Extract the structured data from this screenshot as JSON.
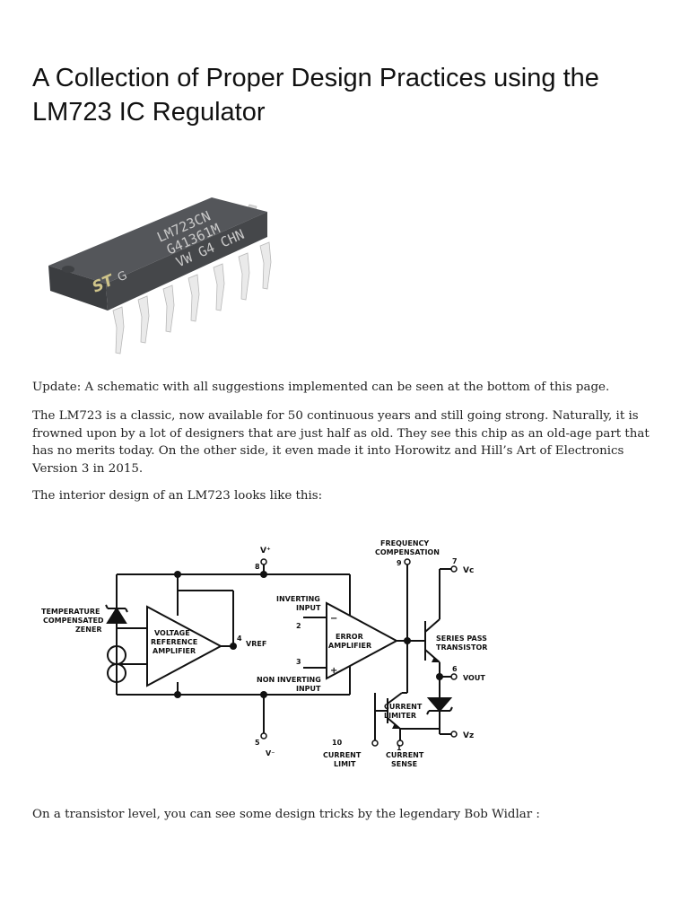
{
  "page": {
    "title": "A Collection of Proper Design Practices using the LM723 IC Regulator",
    "paragraphs": [
      "Update: A schematic with all suggestions implemented can be seen at the bottom of this page.",
      "The LM723 is a classic, now available for 50 continuous years and still going strong. Naturally, it is frowned upon by a lot of designers that are just half as old. They see this chip as an old-age part that has no merits today. On the other side, it even made it into Horowitz and Hill’s Art of Electronics Version 3 in 2015.",
      "The interior design of an LM723 looks like this:",
      "On a transistor level, you can see some design tricks by the legendary Bob Widlar :"
    ]
  },
  "chip_photo": {
    "marking_lines": [
      "LM723CN",
      "G41361M",
      "VW G4 CHN"
    ],
    "logo_text": "ST",
    "logo_suffix": "G",
    "colors": {
      "body": "#4a4c4f",
      "pins": "#e6e6e6",
      "marking": "#c9c9c9"
    }
  },
  "schematic": {
    "labels": {
      "vplus": "V⁺",
      "pin8": "8",
      "pin9": "9",
      "pin7": "7",
      "vc": "Vc",
      "freq_comp_1": "FREQUENCY",
      "freq_comp_2": "COMPENSATION",
      "temp_zener_1": "TEMPERATURE",
      "temp_zener_2": "COMPENSATED",
      "temp_zener_3": "ZENER",
      "vref_amp_1": "VOLTAGE",
      "vref_amp_2": "REFERENCE",
      "vref_amp_3": "AMPLIFIER",
      "pin4": "4",
      "vref": "VREF",
      "inv_input_1": "INVERTING",
      "inv_input_2": "INPUT",
      "pin2": "2",
      "minus": "−",
      "plus": "+",
      "pin3": "3",
      "noninv_1": "NON INVERTING",
      "noninv_2": "INPUT",
      "error_amp_1": "ERROR",
      "error_amp_2": "AMPLIFIER",
      "series_pass_1": "SERIES PASS",
      "series_pass_2": "TRANSISTOR",
      "pin6": "6",
      "vout": "VOUT",
      "current_limiter_1": "CURRENT",
      "current_limiter_2": "LIMITER",
      "vz": "Vz",
      "pin5": "5",
      "vminus": "V⁻",
      "pin10": "10",
      "current_limit_1": "CURRENT",
      "current_limit_2": "LIMIT",
      "pin1": "1",
      "current_sense_1": "CURRENT",
      "current_sense_2": "SENSE"
    }
  }
}
